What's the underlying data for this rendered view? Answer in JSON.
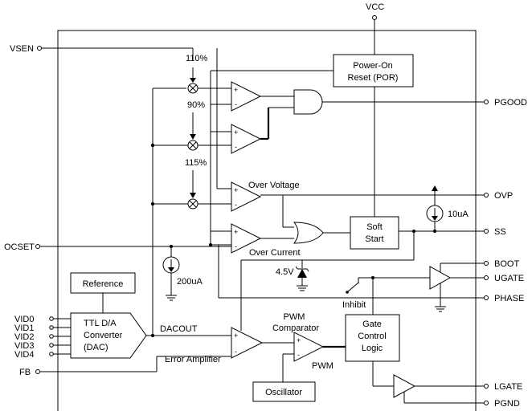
{
  "pins": {
    "vcc": "VCC",
    "vsen": "VSEN",
    "ocset": "OCSET",
    "pgood": "PGOOD",
    "ovp": "OVP",
    "ss": "SS",
    "boot": "BOOT",
    "ugate": "UGATE",
    "phase": "PHASE",
    "lgate": "LGATE",
    "pgnd": "PGND",
    "vid0": "VID0",
    "vid1": "VID1",
    "vid2": "VID2",
    "vid3": "VID3",
    "vid4": "VID4",
    "fb": "FB"
  },
  "blocks": {
    "por_line1": "Power-On",
    "por_line2": "Reset (POR)",
    "softstart_line1": "Soft",
    "softstart_line2": "Start",
    "reference": "Reference",
    "dac_line1": "TTL D/A",
    "dac_line2": "Converter",
    "dac_line3": "(DAC)",
    "gate_line1": "Gate",
    "gate_line2": "Control",
    "gate_line3": "Logic",
    "oscillator": "Oscillator"
  },
  "labels": {
    "pct110": "110%",
    "pct90": "90%",
    "pct115": "115%",
    "over_voltage": "Over Voltage",
    "over_current": "Over Current",
    "i10ua": "10uA",
    "i200ua": "200uA",
    "zener": "4.5V",
    "inhibit": "Inhibit",
    "dacout": "DACOUT",
    "error_amp": "Error Amplifier",
    "pwm_comp_line1": "PWM",
    "pwm_comp_line2": "Comparator",
    "pwm": "PWM"
  },
  "opamp_signs": {
    "plus": "+",
    "minus": "-"
  }
}
